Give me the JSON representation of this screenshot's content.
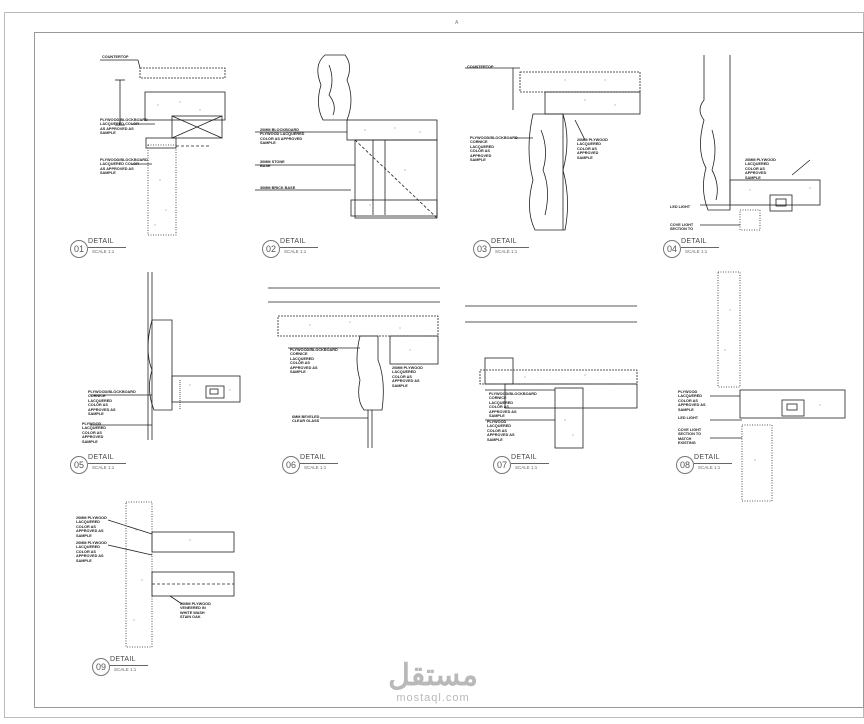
{
  "sheet": {
    "top_mark": "A",
    "watermark_arabic": "مستقل",
    "watermark_latin": "mostaql.com"
  },
  "details": [
    {
      "num": "01",
      "title": "DETAIL",
      "scale": "SCALE 1:1",
      "notes": [
        "COUNTERTOP",
        "PLYWOOD/BLOCKBOARD\nLACQUERED COLOR\nAS APPROVED AS\nSAMPLE",
        "PLYWOOD/BLOCKBOARD\nLACQUERED COLOR\nAS APPROVED AS\nSAMPLE"
      ]
    },
    {
      "num": "02",
      "title": "DETAIL",
      "scale": "SCALE 1:1",
      "notes": [
        "20MM BLOCKBOARD\nPLYWOOD LACQUERED\nCOLOR AS APPROVED\nSAMPLE",
        "30MM STONE\nBASE",
        "30MM BRICK BASE"
      ]
    },
    {
      "num": "03",
      "title": "DETAIL",
      "scale": "SCALE 1:1",
      "notes": [
        "COUNTERTOP",
        "PLYWOOD/BLOCKBOARD\nCORNICE\nLACQUERED\nCOLOR AS\nAPPROVED\nSAMPLE",
        "20MM PLYWOOD\nLACQUERED\nCOLOR AS\nAPPROVED\nSAMPLE"
      ]
    },
    {
      "num": "04",
      "title": "DETAIL",
      "scale": "SCALE 1:1",
      "notes": [
        "20MM PLYWOOD\nLACQUERED\nCOLOR AS\nAPPROVED\nSAMPLE",
        "LED LIGHT",
        "COVE LIGHT\nSECTION TO"
      ]
    },
    {
      "num": "05",
      "title": "DETAIL",
      "scale": "SCALE 1:1",
      "notes": [
        "PLYWOOD/BLOCKBOARD\nCORNICE\nLACQUERED\nCOLOR AS\nAPPROVED AS\nSAMPLE",
        "PLYWOOD\nLACQUERED\nCOLOR AS\nAPPROVED\nSAMPLE"
      ]
    },
    {
      "num": "06",
      "title": "DETAIL",
      "scale": "SCALE 1:1",
      "notes": [
        "PLYWOOD/BLOCKBOARD\nCORNICE\nLACQUERED\nCOLOR AS\nAPPROVED AS\nSAMPLE",
        "20MM PLYWOOD\nLACQUERED\nCOLOR AS\nAPPROVED AS\nSAMPLE",
        "6MM BEVELED\nCLEAR GLASS"
      ]
    },
    {
      "num": "07",
      "title": "DETAIL",
      "scale": "SCALE 1:1",
      "notes": [
        "PLYWOOD/BLOCKBOARD\nCORNICE\nLACQUERED\nCOLOR AS\nAPPROVED AS\nSAMPLE",
        "PLYWOOD\nLACQUERED\nCOLOR AS\nAPPROVED AS\nSAMPLE"
      ]
    },
    {
      "num": "08",
      "title": "DETAIL",
      "scale": "SCALE 1:1",
      "notes": [
        "PLYWOOD\nLACQUERED\nCOLOR AS\nAPPROVED AS\nSAMPLE",
        "LED LIGHT",
        "COVE LIGHT\nSECTION TO\nMATCH\nEXISTING"
      ]
    },
    {
      "num": "09",
      "title": "DETAIL",
      "scale": "SCALE 1:1",
      "notes": [
        "20MM PLYWOOD\nLACQUERED\nCOLOR AS\nAPPROVED AS\nSAMPLE",
        "20MM PLYWOOD\nLACQUERED\nCOLOR AS\nAPPROVED AS\nSAMPLE",
        "20MM PLYWOOD\nVENEERED IN\nWHITE WASH\nSTAIN OAK"
      ]
    }
  ]
}
